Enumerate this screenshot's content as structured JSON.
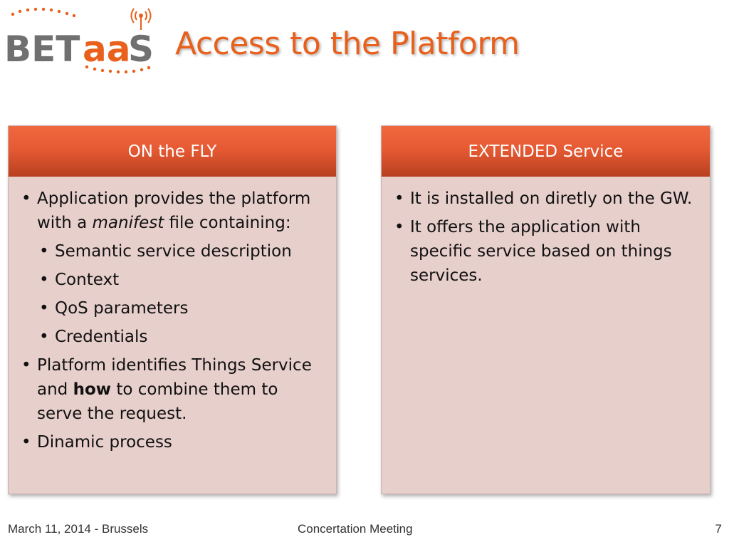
{
  "logo": {
    "text_main": "BET",
    "text_accent": "aa",
    "text_end": "S"
  },
  "slide": {
    "title": "Access to the Platform"
  },
  "left_panel": {
    "header": "ON the FLY",
    "bullets": {
      "b1": {
        "pre": "Application provides the platform with a ",
        "em": "manifest",
        "post": " file containing:"
      },
      "sub1": "Semantic service description",
      "sub2": "Context",
      "sub3": "QoS parameters",
      "sub4": "Credentials",
      "b2": {
        "pre": "Platform identifies Things Service and ",
        "strong": "how",
        "post": " to combine them to serve the request."
      },
      "b3": "Dinamic process"
    }
  },
  "right_panel": {
    "header": "EXTENDED Service",
    "bullets": {
      "b1": "It is installed on diretly on the GW.",
      "b2": "It offers the application with specific service based on things services."
    }
  },
  "footer": {
    "date": "March 11, 2014 - Brussels",
    "event": "Concertation Meeting",
    "page": "7"
  },
  "colors": {
    "accent": "#e8601c",
    "logo_gray": "#707070",
    "panel_fill": "#e7cfcb"
  }
}
